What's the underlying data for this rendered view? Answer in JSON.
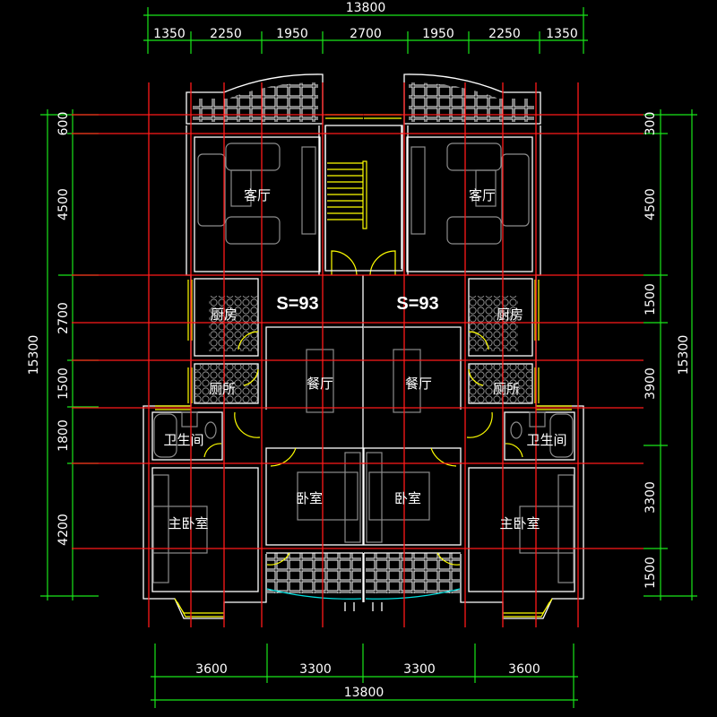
{
  "drawing": {
    "top_dimensions": {
      "overall": "13800",
      "segments": [
        "1350",
        "2250",
        "1950",
        "2700",
        "1950",
        "2250",
        "1350"
      ]
    },
    "bottom_dimensions": {
      "overall": "13800",
      "segments": [
        "3600",
        "3300",
        "3300",
        "3600"
      ]
    },
    "left_dimensions": {
      "overall": "15300",
      "segments": [
        "600",
        "4500",
        "2700",
        "1500",
        "1800",
        "4200"
      ]
    },
    "right_dimensions": {
      "overall": "15300",
      "segments": [
        "300",
        "4500",
        "1500",
        "3900",
        "3300",
        "1500"
      ]
    },
    "left_unit": {
      "area": "S=93",
      "rooms": {
        "living": "客厅",
        "kitchen": "厨房",
        "toilet": "厕所",
        "bathroom": "卫生间",
        "master_bedroom": "主卧室",
        "dining": "餐厅",
        "bedroom": "卧室"
      }
    },
    "right_unit": {
      "area": "S=93",
      "rooms": {
        "living": "客厅",
        "kitchen": "厨房",
        "toilet": "厕所",
        "bathroom": "卫生间",
        "master_bedroom": "主卧室",
        "dining": "餐厅",
        "bedroom": "卧室"
      }
    },
    "colors": {
      "background": "#000000",
      "dimension": "#19e619",
      "axis": "#ff1a1a",
      "wall": "#ffffff",
      "window_door": "#ffff00",
      "furniture": "#8c8c8c",
      "glass": "#00e0e0"
    }
  }
}
